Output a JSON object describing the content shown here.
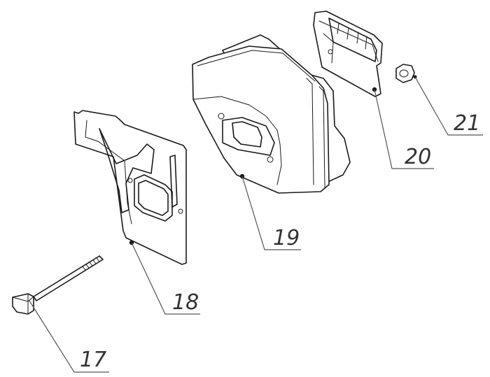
{
  "parts": [
    {
      "id": "bolt",
      "label": "17"
    },
    {
      "id": "gasket",
      "label": "18"
    },
    {
      "id": "muffler",
      "label": "19"
    },
    {
      "id": "spark-screen-cover",
      "label": "20"
    },
    {
      "id": "nut",
      "label": "21"
    }
  ],
  "colors": {
    "line": "#1a1a1a",
    "leader": "#555555",
    "text": "#333333",
    "background": "#ffffff"
  }
}
